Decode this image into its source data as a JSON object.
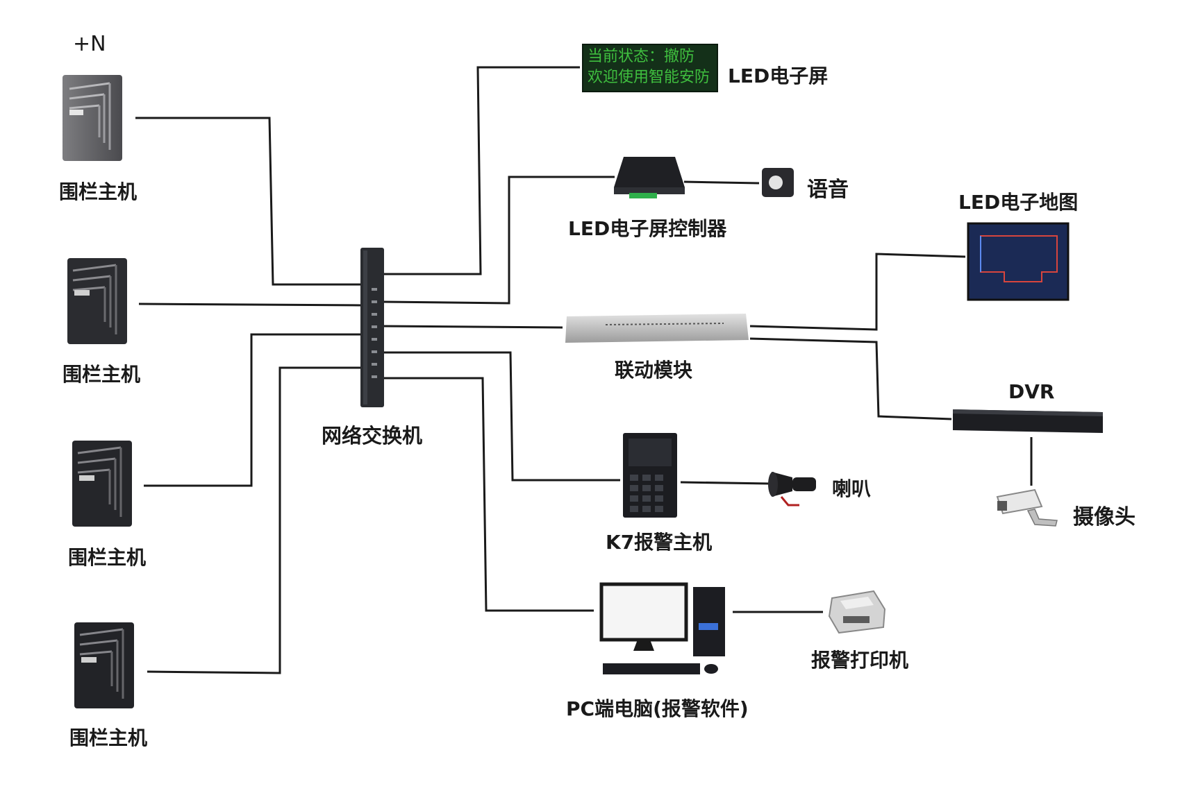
{
  "diagram": {
    "fence_count_label": "+N",
    "fence_hosts": [
      {
        "label": "围栏主机"
      },
      {
        "label": "围栏主机"
      },
      {
        "label": "围栏主机"
      },
      {
        "label": "围栏主机"
      }
    ],
    "switch": {
      "label": "网络交换机"
    },
    "led_screen": {
      "label": "LED电子屏",
      "line1": "当前状态：撤防",
      "line2": "欢迎使用智能安防"
    },
    "led_controller": {
      "label": "LED电子屏控制器"
    },
    "voice": {
      "label": "语音"
    },
    "led_map": {
      "label": "LED电子地图"
    },
    "link_module": {
      "label": "联动模块"
    },
    "dvr": {
      "label": "DVR"
    },
    "camera": {
      "label": "摄像头"
    },
    "k7_alarm_host": {
      "label": "K7报警主机"
    },
    "horn": {
      "label": "喇叭"
    },
    "pc": {
      "label": "PC端电脑(报警软件)"
    },
    "printer": {
      "label": "报警打印机"
    }
  },
  "colors": {
    "wire": "#1a1a1a",
    "led_text": "#3fbf3f",
    "device_dark": "#1e2126",
    "device_silver": "#c8c8c8"
  }
}
